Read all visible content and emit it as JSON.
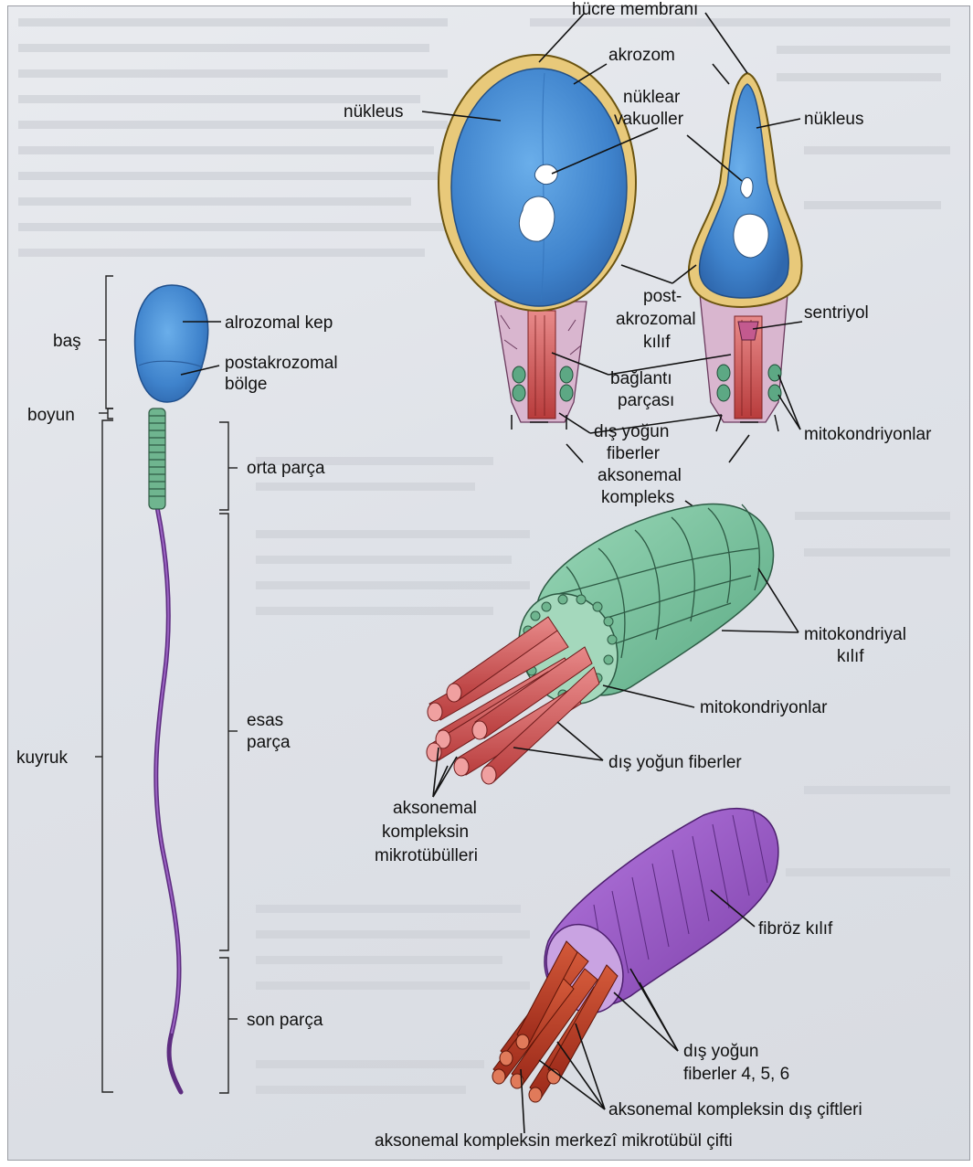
{
  "sperm_labels": {
    "head": "baş",
    "neck": "boyun",
    "tail": "kuyruk",
    "acrosomal_cap": "alrozomal kep",
    "postacrosomal_line1": "postakrozomal",
    "postacrosomal_line2": "bölge",
    "middle_piece": "orta parça",
    "principal_line1": "esas",
    "principal_line2": "parça",
    "end_piece": "son parça"
  },
  "head_detail_labels": {
    "cell_membrane": "hücre membranı",
    "acrosome": "akrozom",
    "nucleus_left": "nükleus",
    "nucleus_right": "nükleus",
    "vacuoles_line1": "nüklear",
    "vacuoles_line2": "vakuoller",
    "postacro_line1": "post-",
    "postacro_line2": "akrozomal",
    "postacro_line3": "kılıf",
    "centriole": "sentriyol",
    "connecting_line1": "bağlantı",
    "connecting_line2": "parçası",
    "mitochondria": "mitokondriyonlar",
    "outer_dense_line1": "dış yoğun",
    "outer_dense_line2": "fiberler",
    "axonemal_line1": "aksonemal",
    "axonemal_line2": "kompleks"
  },
  "midpiece_labels": {
    "mito_sheath_line1": "mitokondriyal",
    "mito_sheath_line2": "kılıf",
    "mitochondria": "mitokondriyonlar",
    "outer_dense": "dış yoğun fiberler",
    "microtubules_line1": "aksonemal",
    "microtubules_line2": "kompleksin",
    "microtubules_line3": "mikrotübülleri"
  },
  "principal_labels": {
    "fibrous_sheath": "fibröz kılıf",
    "outer_dense_line1": "dış yoğun",
    "outer_dense_line2": "fiberler 4, 5, 6",
    "outer_doublets": "aksonemal kompleksin dış çiftleri",
    "central_pair": "aksonemal kompleksin merkezî mikrotübül çifti"
  },
  "colors": {
    "nucleus_blue": "#4a8fd6",
    "acrosome_gold": "#c9a84a",
    "mito_green": "#7fc4a2",
    "fiber_red": "#cf5050",
    "sheath_purple": "#9a5bc4",
    "tail_purple": "#6e3a8e"
  }
}
